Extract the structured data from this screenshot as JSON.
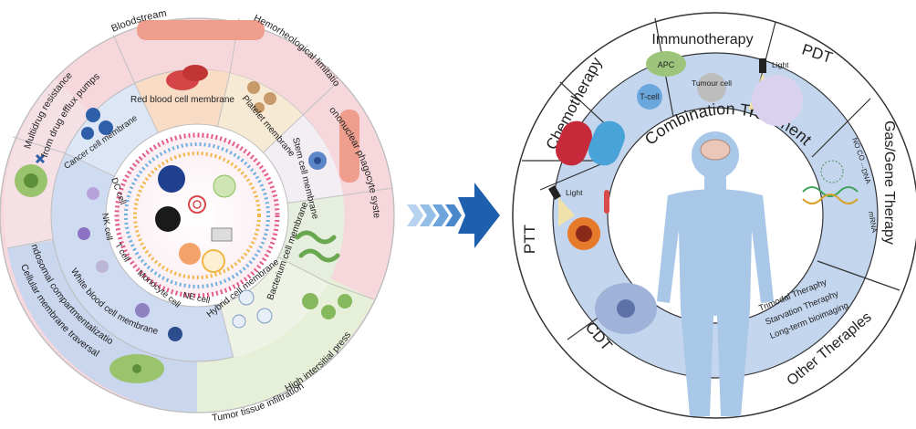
{
  "left_diagram": {
    "outer_ring": {
      "bloodstream": "Bloodstream",
      "hemorheological": "Hemorheological limitations",
      "mononuclear": "Mononuclear phagocyte system",
      "high_interstitial": "High intersitial press",
      "tumor_tissue": "Tumor tissue infiltration",
      "cellular_membrane_traversal": "Cellular membrane traversal",
      "endosomal": "endosomal compartmentalization",
      "multidrug": "Multidrug resistance",
      "from_drug_efflux": "from drug efflux pumps"
    },
    "middle_ring": {
      "rbc": "Red blood cell membrane",
      "platelet": "Platelet membrane",
      "stem": "Stem cell membrane",
      "bacterium": "Bacterium cell membrane",
      "hybrid": "Hybrid cell membrane",
      "wbc": "White blood cell membrane",
      "cancer": "Cancer cell membrane"
    },
    "inner_labels": {
      "dc": "DC cell",
      "nk": "NK cell",
      "t": "T cell",
      "monocyte": "Monocyte cell",
      "ne": "NE cell"
    },
    "colors": {
      "outer_pink": "#f6d7dc",
      "outer_blue": "#c9d6ee",
      "outer_green": "#e6efd8",
      "middle_blue": "#cfdbf1",
      "middle_peach": "#f8dcc6",
      "middle_cream": "#f6ead4",
      "middle_lilac": "#e2dff0"
    }
  },
  "arrow": {
    "color": "#1e5fae"
  },
  "right_diagram": {
    "center_title": "Combination Treatment",
    "therapies": {
      "chemotherapy": "Chemotherapy",
      "immunotherapy": "Immunotherapy",
      "pdt": "PDT",
      "gas_gene": "Gas/Gene Therapy",
      "other": "Other Theraples",
      "cdt": "CDT",
      "ptt": "PTT"
    },
    "other_list": {
      "trimodal": "Trimodal Theraphy",
      "starvation": "Starvation Theraphy",
      "bioimaging": "Long-term bioimaging"
    },
    "small_labels": {
      "apc": "APC",
      "tumour_cell": "Tumour cell",
      "t_cell": "T-cell",
      "light_pdt": "Light",
      "light_ptt": "Light",
      "gas_species": "NO CO ...",
      "dna": "DNA",
      "mrna": "mRNA"
    },
    "colors": {
      "ring_blue": "#c4d6ee",
      "human": "#a9c7e6"
    }
  }
}
